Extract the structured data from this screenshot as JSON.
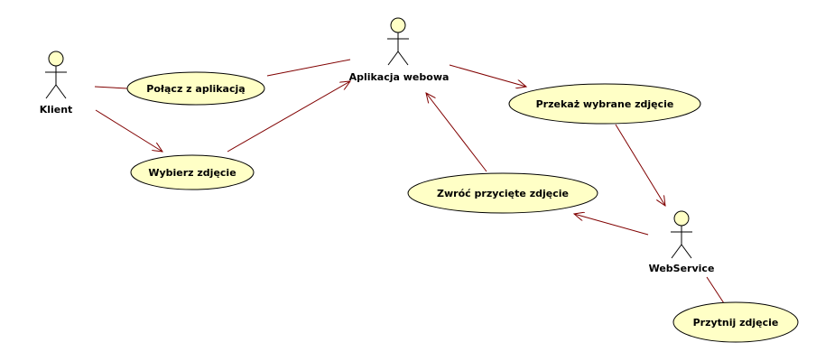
{
  "diagram": {
    "colors": {
      "usecase_fill": "#ffffc6",
      "edge": "#800000",
      "outline": "#000000"
    },
    "actors": [
      {
        "id": "klient",
        "label": "Klient"
      },
      {
        "id": "aplikacja",
        "label": "Aplikacja webowa"
      },
      {
        "id": "webservice",
        "label": "WebService"
      }
    ],
    "usecases": [
      {
        "id": "polacz",
        "label": "Połącz z aplikacją"
      },
      {
        "id": "wybierz",
        "label": "Wybierz zdjęcie"
      },
      {
        "id": "przekaz",
        "label": "Przekaż wybrane zdjęcie"
      },
      {
        "id": "zwroc",
        "label": "Zwróć przycięte zdjęcie"
      },
      {
        "id": "przytnij",
        "label": "Przytnij zdjęcie"
      }
    ]
  }
}
